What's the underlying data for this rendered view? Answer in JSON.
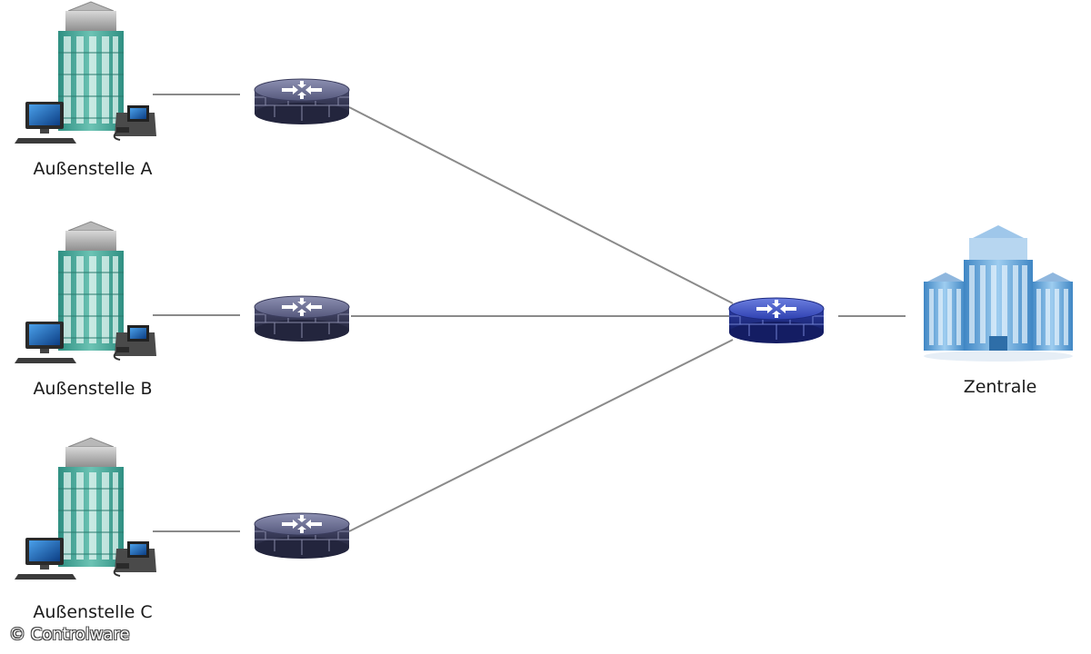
{
  "diagram": {
    "branches": [
      {
        "label": "Außenstelle A"
      },
      {
        "label": "Außenstelle B"
      },
      {
        "label": "Außenstelle C"
      }
    ],
    "central": {
      "label": "Zentrale"
    },
    "credit": "© Controlware"
  }
}
